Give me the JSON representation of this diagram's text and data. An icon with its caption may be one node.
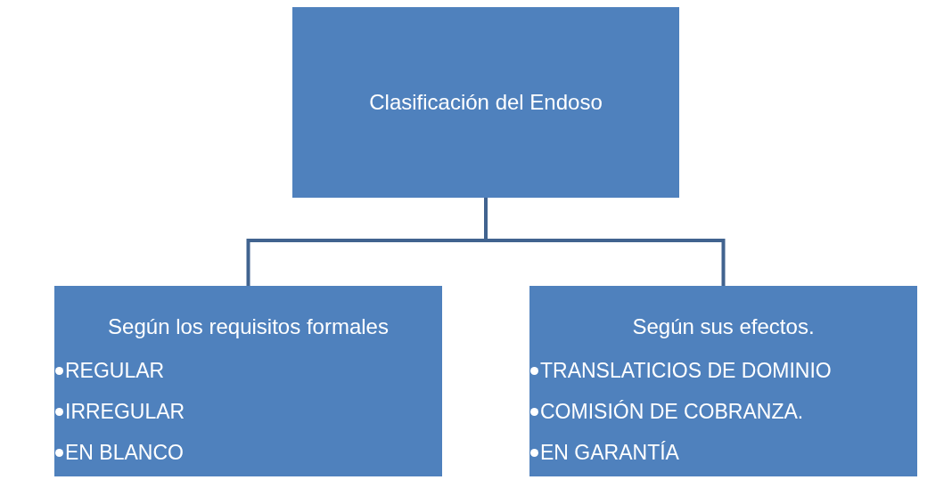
{
  "diagram": {
    "nodes": [
      {
        "text": [
          "Clasificación del Endoso"
        ]
      },
      {
        "text": [
          "Según los requisitos formales",
          "REGULAR",
          "IRREGULAR",
          "EN BLANCO"
        ]
      },
      {
        "text": [
          "Según sus efectos.",
          "TRANSLATICIOS DE DOMINIO",
          "COMISIÓN DE COBRANZA.",
          "EN GARANTÍA"
        ]
      }
    ],
    "edges": [
      {
        "from": 0,
        "to": 1,
        "arrow": "none"
      },
      {
        "from": 0,
        "to": 2,
        "arrow": "none"
      }
    ]
  }
}
